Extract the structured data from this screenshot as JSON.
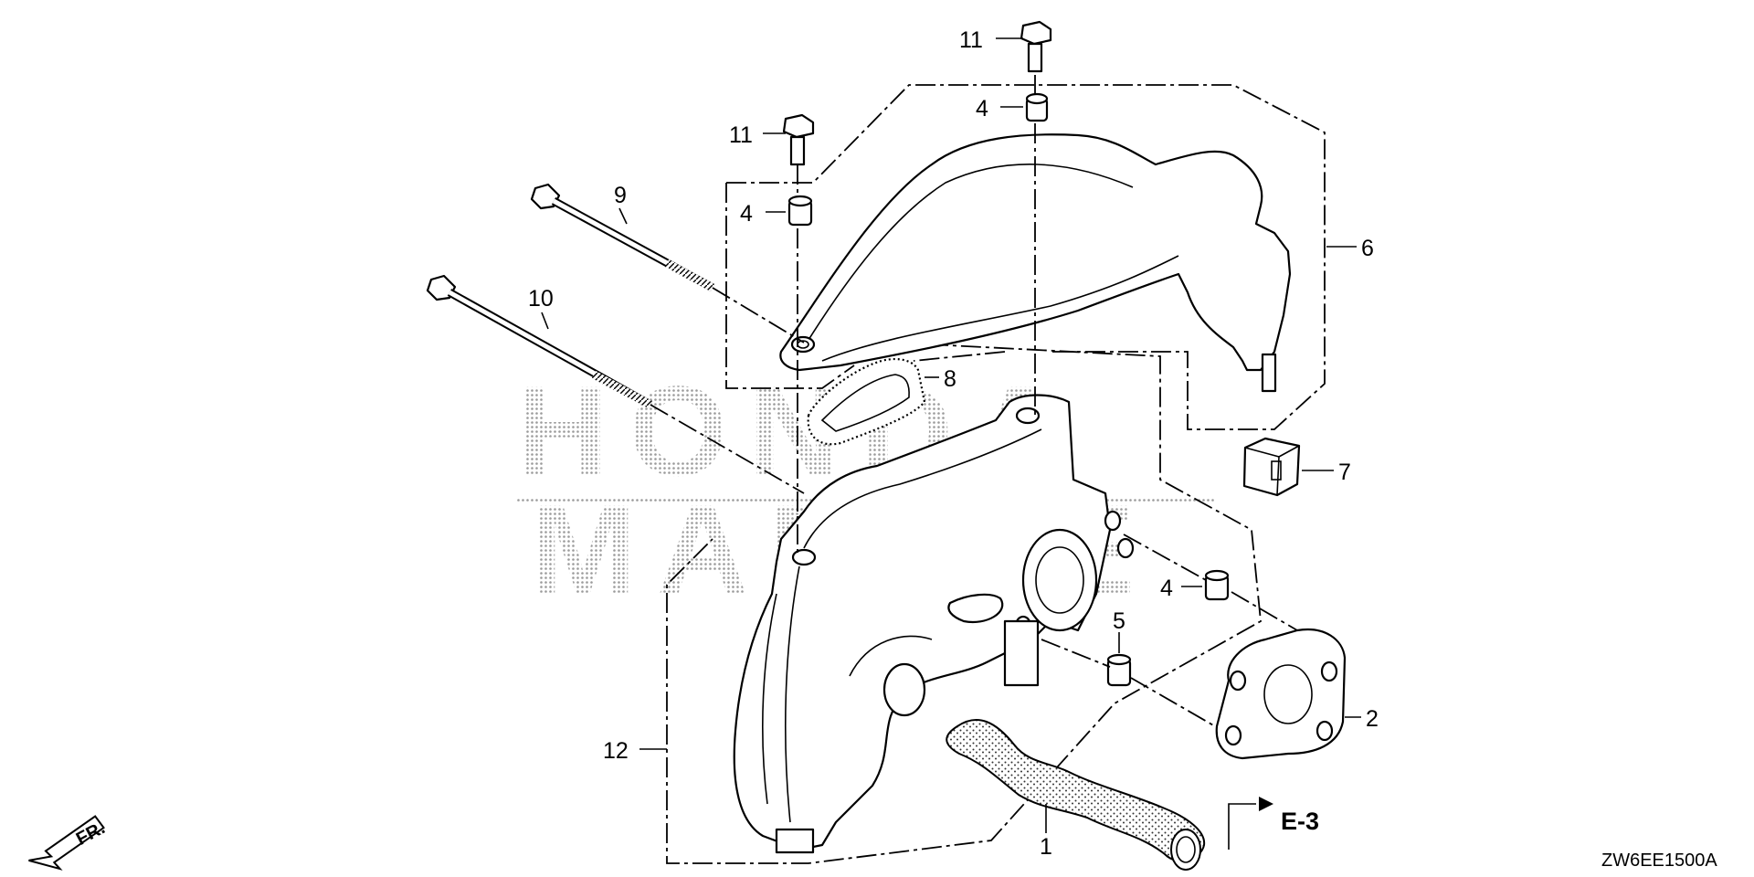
{
  "diagram": {
    "watermark": {
      "line1": "HONDA",
      "line2": "MARINE"
    },
    "callouts": {
      "c11_top": "11",
      "c4_top": "4",
      "c11_left": "11",
      "c4_left": "4",
      "c9": "9",
      "c10": "10",
      "c6": "6",
      "c8": "8",
      "c7": "7",
      "c4_right": "4",
      "c5": "5",
      "c2": "2",
      "c12": "12",
      "c1": "1"
    },
    "section_ref": "E-3",
    "front_indicator": "FR.",
    "diagram_code": "ZW6EE1500A"
  }
}
